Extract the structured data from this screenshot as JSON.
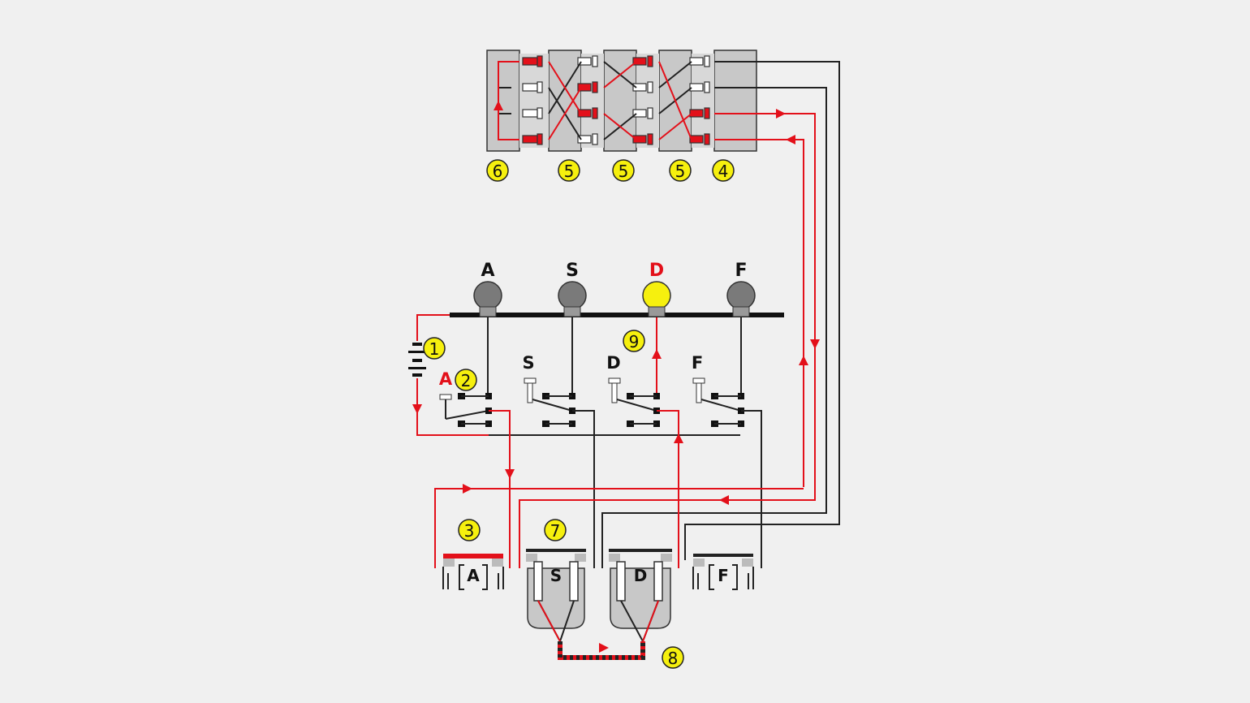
{
  "lamps": [
    {
      "label": "A",
      "lit": false
    },
    {
      "label": "S",
      "lit": false
    },
    {
      "label": "D",
      "lit": true
    },
    {
      "label": "F",
      "lit": false
    }
  ],
  "keys": [
    {
      "label": "A",
      "pressed": true
    },
    {
      "label": "S",
      "pressed": false
    },
    {
      "label": "D",
      "pressed": false
    },
    {
      "label": "F",
      "pressed": false
    }
  ],
  "plugs": [
    {
      "label": "A"
    },
    {
      "label": "S"
    },
    {
      "label": "D"
    },
    {
      "label": "F"
    }
  ],
  "markers": {
    "n1": "1",
    "n2": "2",
    "n3": "3",
    "n4": "4",
    "n5a": "5",
    "n5b": "5",
    "n5c": "5",
    "n6": "6",
    "n7": "7",
    "n8": "8",
    "n9": "9"
  },
  "colors": {
    "active_wire": "#e3101a",
    "inactive_wire": "#222222",
    "lit_lamp": "#f6f00e",
    "unlit_lamp": "#777777",
    "marker_fill": "#f6f00e",
    "background": "#f0f0f0"
  }
}
